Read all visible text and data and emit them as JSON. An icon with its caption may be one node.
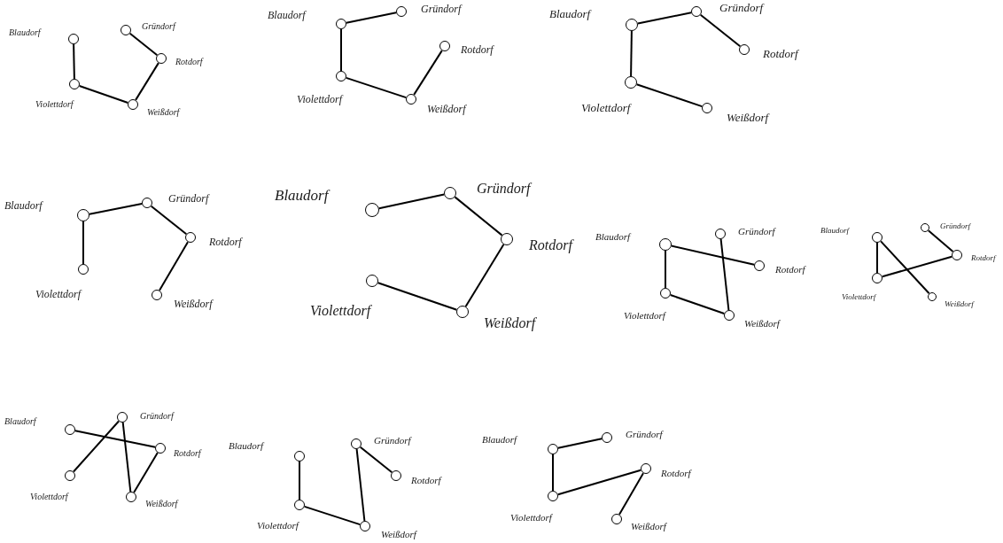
{
  "diagram": {
    "nodes": [
      {
        "text": [],
        "shape": "circle",
        "beside": [
          "Blaudorf"
        ]
      },
      {
        "text": [],
        "shape": "circle",
        "beside": [
          "Gründorf"
        ]
      },
      {
        "text": [],
        "shape": "circle",
        "beside": [
          "Rotdorf"
        ]
      },
      {
        "text": [],
        "shape": "circle",
        "beside": [
          "Weißdorf"
        ]
      },
      {
        "text": [],
        "shape": "circle",
        "beside": [
          "Violettdorf"
        ]
      },
      {
        "text": [],
        "shape": "circle",
        "beside": [
          "Blaudorf"
        ]
      },
      {
        "text": [],
        "shape": "circle",
        "beside": [
          "Gründorf"
        ]
      },
      {
        "text": [],
        "shape": "circle",
        "beside": [
          "Rotdorf"
        ]
      },
      {
        "text": [],
        "shape": "circle",
        "beside": [
          "Weißdorf"
        ]
      },
      {
        "text": [],
        "shape": "circle",
        "beside": [
          "Violettdorf"
        ]
      },
      {
        "text": [],
        "shape": "circle",
        "beside": [
          "Blaudorf"
        ]
      },
      {
        "text": [],
        "shape": "circle",
        "beside": [
          "Gründorf"
        ]
      },
      {
        "text": [],
        "shape": "circle",
        "beside": [
          "Rotdorf"
        ]
      },
      {
        "text": [],
        "shape": "circle",
        "beside": [
          "Weißdorf"
        ]
      },
      {
        "text": [],
        "shape": "circle",
        "beside": [
          "Violettdorf"
        ]
      },
      {
        "text": [],
        "shape": "circle",
        "beside": [
          "Blaudorf"
        ]
      },
      {
        "text": [],
        "shape": "circle",
        "beside": [
          "Gründorf"
        ]
      },
      {
        "text": [],
        "shape": "circle",
        "beside": [
          "Rotdorf"
        ]
      },
      {
        "text": [],
        "shape": "circle",
        "beside": [
          "Weißdorf"
        ]
      },
      {
        "text": [],
        "shape": "circle",
        "beside": [
          "Violettdorf"
        ]
      },
      {
        "text": [],
        "shape": "circle",
        "beside": [
          "Blaudorf"
        ]
      },
      {
        "text": [],
        "shape": "circle",
        "beside": [
          "Gründorf"
        ]
      },
      {
        "text": [],
        "shape": "circle",
        "beside": [
          "Rotdorf"
        ]
      },
      {
        "text": [],
        "shape": "circle",
        "beside": [
          "Weißdorf"
        ]
      },
      {
        "text": [],
        "shape": "circle",
        "beside": [
          "Violettdorf"
        ]
      },
      {
        "text": [],
        "shape": "circle",
        "beside": [
          "Blaudorf"
        ]
      },
      {
        "text": [],
        "shape": "circle",
        "beside": [
          "Gründorf"
        ]
      },
      {
        "text": [],
        "shape": "circle",
        "beside": [
          "Rotdorf"
        ]
      },
      {
        "text": [],
        "shape": "circle",
        "beside": [
          "Weißdorf"
        ]
      },
      {
        "text": [],
        "shape": "circle",
        "beside": [
          "Violettdorf"
        ]
      },
      {
        "text": [],
        "shape": "circle",
        "beside": [
          "Blaudorf"
        ]
      },
      {
        "text": [],
        "shape": "circle",
        "beside": [
          "Gründorf"
        ]
      },
      {
        "text": [],
        "shape": "circle",
        "beside": [
          "Rotdorf"
        ]
      },
      {
        "text": [],
        "shape": "circle",
        "beside": [
          "Weißdorf"
        ]
      },
      {
        "text": [],
        "shape": "circle",
        "beside": [
          "Violettdorf"
        ]
      },
      {
        "text": [],
        "shape": "circle",
        "beside": [
          "Blaudorf"
        ]
      },
      {
        "text": [],
        "shape": "circle",
        "beside": [
          "Gründorf"
        ]
      },
      {
        "text": [],
        "shape": "circle",
        "beside": [
          "Rotdorf"
        ]
      },
      {
        "text": [],
        "shape": "circle",
        "beside": [
          "Weißdorf"
        ]
      },
      {
        "text": [],
        "shape": "circle",
        "beside": [
          "Violettdorf"
        ]
      },
      {
        "text": [],
        "shape": "circle",
        "beside": [
          "Blaudorf"
        ]
      },
      {
        "text": [],
        "shape": "circle",
        "beside": [
          "Gründorf"
        ]
      },
      {
        "text": [],
        "shape": "circle",
        "beside": [
          "Rotdorf"
        ]
      },
      {
        "text": [],
        "shape": "circle",
        "beside": [
          "Weißdorf"
        ]
      },
      {
        "text": [],
        "shape": "circle",
        "beside": [
          "Violettdorf"
        ]
      },
      {
        "text": [],
        "shape": "circle",
        "beside": [
          "Blaudorf"
        ]
      },
      {
        "text": [],
        "shape": "circle",
        "beside": [
          "Gründorf"
        ]
      },
      {
        "text": [],
        "shape": "circle",
        "beside": [
          "Rotdorf"
        ]
      },
      {
        "text": [],
        "shape": "circle",
        "beside": [
          "Weißdorf"
        ]
      },
      {
        "text": [],
        "shape": "circle",
        "beside": [
          "Violettdorf"
        ]
      }
    ],
    "edges": [
      {
        "from": 0,
        "to": 4,
        "arrow": "none"
      },
      {
        "from": 4,
        "to": 3,
        "arrow": "none"
      },
      {
        "from": 3,
        "to": 2,
        "arrow": "none"
      },
      {
        "from": 1,
        "to": 2,
        "arrow": "none"
      },
      {
        "from": 5,
        "to": 6,
        "arrow": "none"
      },
      {
        "from": 5,
        "to": 9,
        "arrow": "none"
      },
      {
        "from": 9,
        "to": 8,
        "arrow": "none"
      },
      {
        "from": 8,
        "to": 7,
        "arrow": "none"
      },
      {
        "from": 10,
        "to": 11,
        "arrow": "none"
      },
      {
        "from": 11,
        "to": 12,
        "arrow": "none"
      },
      {
        "from": 10,
        "to": 14,
        "arrow": "none"
      },
      {
        "from": 14,
        "to": 13,
        "arrow": "none"
      },
      {
        "from": 15,
        "to": 16,
        "arrow": "none"
      },
      {
        "from": 16,
        "to": 17,
        "arrow": "none"
      },
      {
        "from": 15,
        "to": 19,
        "arrow": "none"
      },
      {
        "from": 17,
        "to": 18,
        "arrow": "none"
      },
      {
        "from": 20,
        "to": 21,
        "arrow": "none"
      },
      {
        "from": 21,
        "to": 22,
        "arrow": "none"
      },
      {
        "from": 22,
        "to": 23,
        "arrow": "none"
      },
      {
        "from": 23,
        "to": 24,
        "arrow": "none"
      },
      {
        "from": 25,
        "to": 29,
        "arrow": "none"
      },
      {
        "from": 25,
        "to": 27,
        "arrow": "none"
      },
      {
        "from": 29,
        "to": 28,
        "arrow": "none"
      },
      {
        "from": 26,
        "to": 28,
        "arrow": "none"
      },
      {
        "from": 30,
        "to": 34,
        "arrow": "none"
      },
      {
        "from": 30,
        "to": 33,
        "arrow": "none"
      },
      {
        "from": 34,
        "to": 32,
        "arrow": "none"
      },
      {
        "from": 31,
        "to": 32,
        "arrow": "none"
      },
      {
        "from": 35,
        "to": 37,
        "arrow": "none"
      },
      {
        "from": 36,
        "to": 39,
        "arrow": "none"
      },
      {
        "from": 36,
        "to": 38,
        "arrow": "none"
      },
      {
        "from": 37,
        "to": 38,
        "arrow": "none"
      },
      {
        "from": 40,
        "to": 44,
        "arrow": "none"
      },
      {
        "from": 44,
        "to": 43,
        "arrow": "none"
      },
      {
        "from": 43,
        "to": 41,
        "arrow": "none"
      },
      {
        "from": 41,
        "to": 42,
        "arrow": "none"
      },
      {
        "from": 45,
        "to": 46,
        "arrow": "none"
      },
      {
        "from": 45,
        "to": 49,
        "arrow": "none"
      },
      {
        "from": 49,
        "to": 47,
        "arrow": "none"
      },
      {
        "from": 47,
        "to": 48,
        "arrow": "none"
      }
    ]
  }
}
